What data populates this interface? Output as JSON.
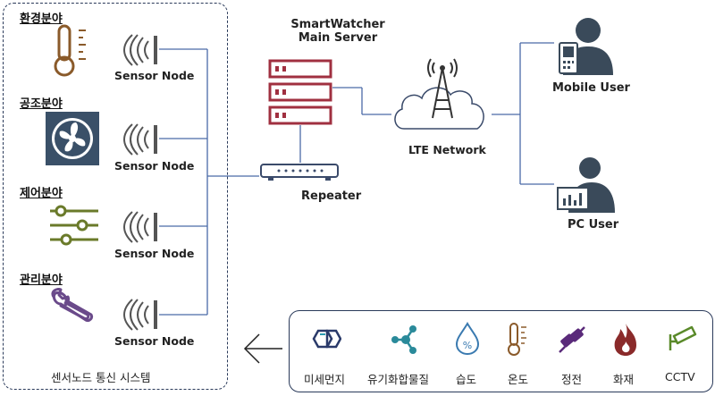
{
  "categories": [
    {
      "label": "환경분야",
      "node_label": "Sensor Node",
      "icon": "thermometer-icon"
    },
    {
      "label": "공조분야",
      "node_label": "Sensor Node",
      "icon": "fan-icon"
    },
    {
      "label": "제어분야",
      "node_label": "Sensor Node",
      "icon": "sliders-icon"
    },
    {
      "label": "관리분야",
      "node_label": "Sensor Node",
      "icon": "wrench-icon"
    }
  ],
  "system_label": "센서노드 통신 시스템",
  "server": {
    "line1": "SmartWatcher",
    "line2": "Main Server"
  },
  "repeater": "Repeater",
  "network": "LTE Network",
  "users": [
    {
      "label": "Mobile User",
      "icon": "mobile-user-icon"
    },
    {
      "label": "PC User",
      "icon": "pc-user-icon"
    }
  ],
  "sensors": [
    {
      "label": "미세먼지",
      "icon": "molecule-icon",
      "color": "#2a3a6a"
    },
    {
      "label": "유기화합물질",
      "icon": "compound-icon",
      "color": "#2a8a9a"
    },
    {
      "label": "습도",
      "icon": "humidity-icon",
      "color": "#3a7ab0"
    },
    {
      "label": "온도",
      "icon": "thermometer-icon",
      "color": "#8a5a2a"
    },
    {
      "label": "정전",
      "icon": "plug-icon",
      "color": "#5a2a7a"
    },
    {
      "label": "화재",
      "icon": "fire-icon",
      "color": "#8a2a2a"
    },
    {
      "label": "CCTV",
      "icon": "cctv-icon",
      "color": "#5a8a2a"
    }
  ],
  "colors": {
    "line": "#4a6aa8",
    "server": "#a03040",
    "frame": "#2a3a5a"
  }
}
